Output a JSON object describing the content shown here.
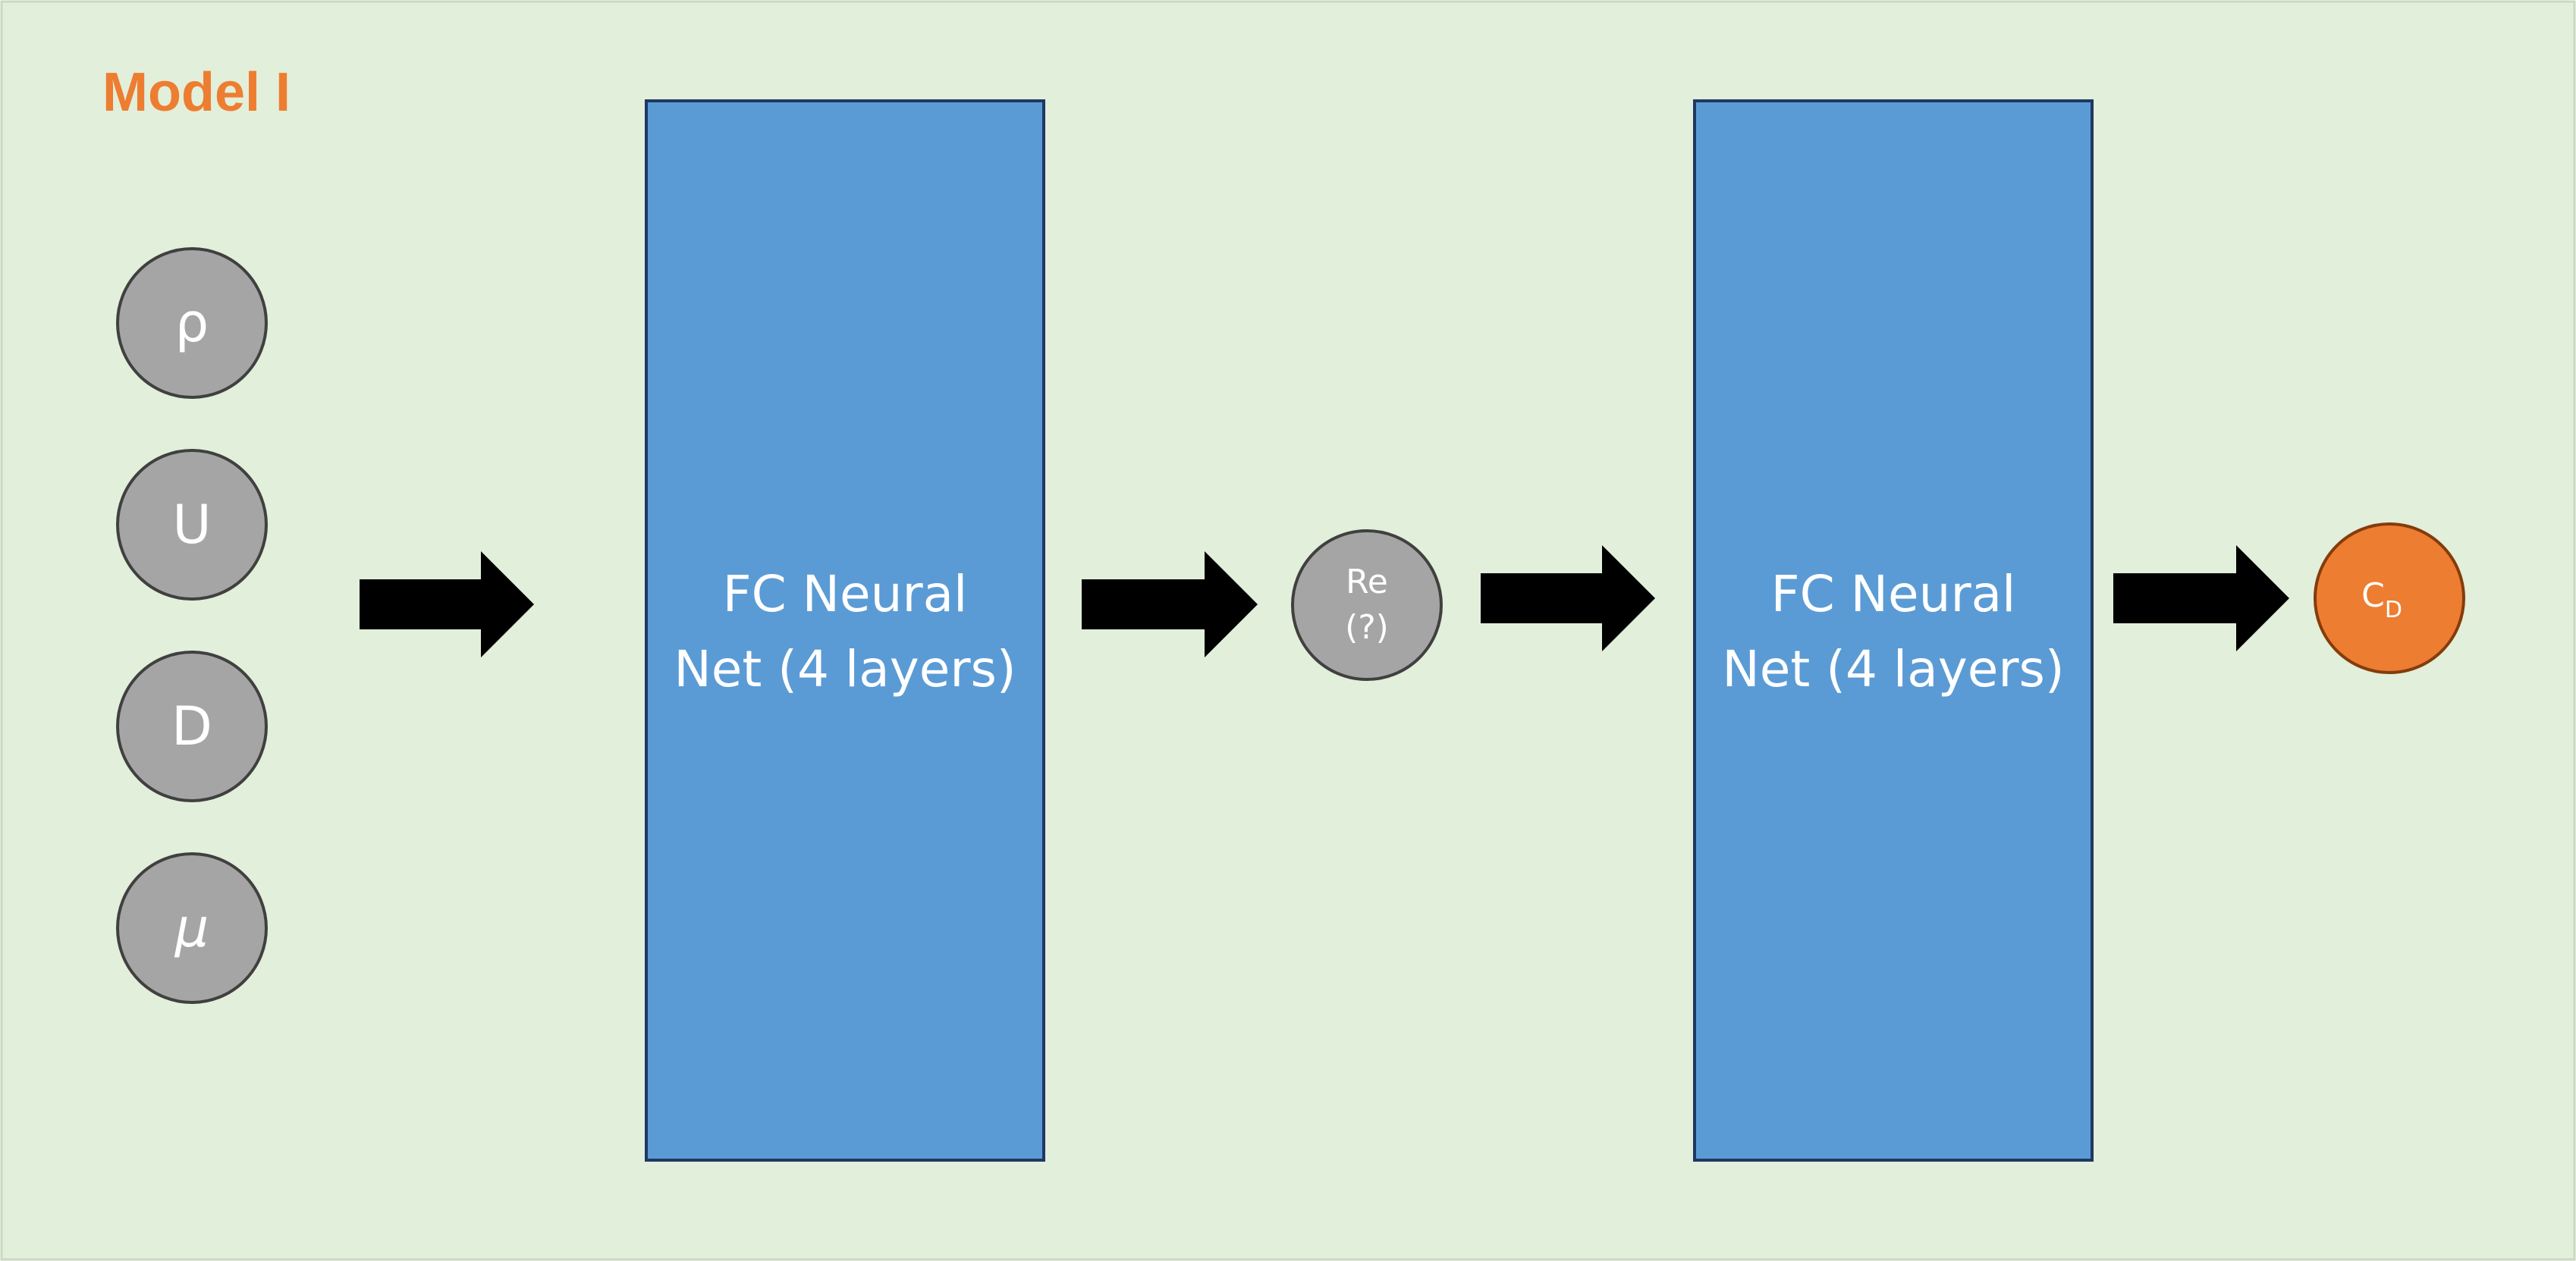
{
  "title": "Model I",
  "inputs": [
    {
      "label": "ρ"
    },
    {
      "label": "U"
    },
    {
      "label": "D"
    },
    {
      "label": "μ"
    }
  ],
  "blocks": [
    {
      "line1": "FC Neural",
      "line2": "Net (4 layers)"
    },
    {
      "line1": "FC Neural",
      "line2": "Net (4 layers)"
    }
  ],
  "intermediate": {
    "line1": "Re",
    "line2": "(?)"
  },
  "output": {
    "main": "C",
    "subscript": "D"
  },
  "colors": {
    "background": "#E2EFDA",
    "title": "#ED7D31",
    "input_node": "#A5A5A5",
    "block": "#5B9BD5",
    "output_node": "#ED7D31",
    "arrow": "#000000"
  }
}
